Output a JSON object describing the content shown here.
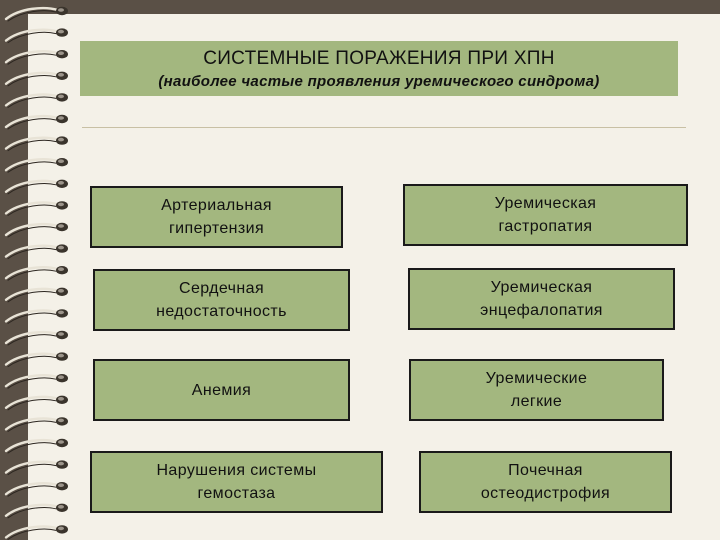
{
  "header": {
    "title": "СИСТЕМНЫЕ ПОРАЖЕНИЯ ПРИ ХПН",
    "subtitle": "(наиболее частые проявления уремического синдрома)"
  },
  "boxes": {
    "left": [
      "Артериальная\nгипертензия",
      "Сердечная\nнедостаточность",
      "Анемия",
      "Нарушения системы\nгемостаза"
    ],
    "right": [
      "Уремическая\nгастропатия",
      "Уремическая\nэнцефалопатия",
      "Уремические\nлегкие",
      "Почечная\nостеодистрофия"
    ]
  },
  "colors": {
    "box_fill": "#a3b77f",
    "page_background": "#f4f1e8",
    "frame": "#5a5046"
  }
}
